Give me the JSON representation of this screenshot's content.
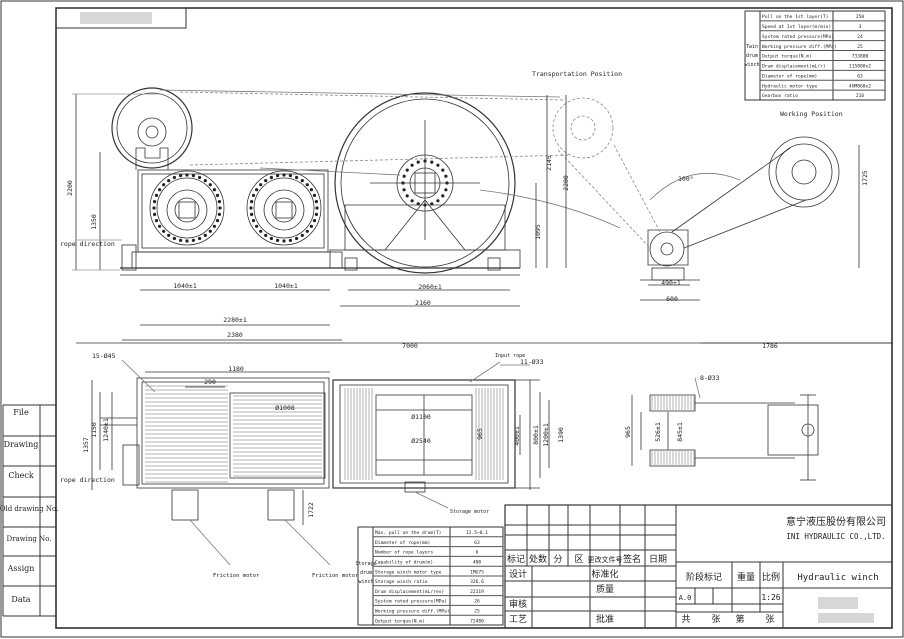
{
  "side_labels": [
    "File",
    "Drawing",
    "Check",
    "Old drawing No.",
    "Drawing No.",
    "Assign",
    "Data"
  ],
  "spec_top": {
    "group_label": [
      "Twin",
      "drum",
      "winch"
    ],
    "rows": [
      {
        "label": "Pull on the 1st layer(T)",
        "value": "250"
      },
      {
        "label": "Speed at 1st layer(m/min)",
        "value": "3"
      },
      {
        "label": "System rated pressure(MPa)",
        "value": "24"
      },
      {
        "label": "Working pressure diff.(MPa)",
        "value": "25"
      },
      {
        "label": "Output torque(N.m)",
        "value": "733800"
      },
      {
        "label": "Drum displacement(mL/r)",
        "value": "115800x2"
      },
      {
        "label": "Diameter of rope(mm)",
        "value": "63"
      },
      {
        "label": "Hydraulic motor type",
        "value": "4HM860x2"
      },
      {
        "label": "Gearbox ratio",
        "value": "216"
      }
    ]
  },
  "spec_bottom": {
    "group_label": [
      "Storage",
      "drum",
      "winch"
    ],
    "rows": [
      {
        "label": "Max. pull on the drum(T)",
        "value": "12.5~8.1"
      },
      {
        "label": "Diameter of rope(mm)",
        "value": "63"
      },
      {
        "label": "Number of rope layers",
        "value": "6"
      },
      {
        "label": "Capability of drum(m)",
        "value": "400"
      },
      {
        "label": "Storage winch motor type",
        "value": "1MG75"
      },
      {
        "label": "Storage winch ratio",
        "value": "326.6"
      },
      {
        "label": "Drum displacement(mL/rev)",
        "value": "22119"
      },
      {
        "label": "System rated pressure(MPa)",
        "value": "26"
      },
      {
        "label": "Working pressure diff.(MPa)",
        "value": "25"
      },
      {
        "label": "Output torque(N.m)",
        "value": "72480"
      }
    ]
  },
  "title_block": {
    "company_cn": "意宁液压股份有限公司",
    "company_en": "INI HYDRAULIC CO.,LTD.",
    "drawing_title": "Hydraulic winch",
    "headers": [
      "标记",
      "处数",
      "分",
      "区",
      "更改文件号",
      "签名",
      "日期"
    ],
    "design": "设计",
    "standardize": "标准化",
    "quality": "质量",
    "review": "审核",
    "process": "工艺",
    "approve": "批准",
    "stage_mark": "阶段标记",
    "weight": "重量",
    "scale": "比例",
    "stage_value": "A.0",
    "scale_value": "1:26",
    "sheet_total": "共",
    "sheet_unit1": "张",
    "sheet_no": "第",
    "sheet_unit2": "张"
  },
  "labels": {
    "transport": "Transportation Position",
    "working": "Working Position",
    "rope_direction_top": "rope direction",
    "rope_direction_bottom": "rope direction",
    "input_rope": "Input rope",
    "storage_motor": "Storage motor",
    "friction_motor_1": "Friction motor",
    "friction_motor_2": "Friction motor",
    "angle": "100°",
    "holes_left": "15-Ø45",
    "holes_mid": "11-Ø33",
    "holes_right": "8-Ø33"
  },
  "dims": {
    "d2200_left": "2200",
    "d1350": "1350",
    "d1040a": "1040±1",
    "d1040b": "1040±1",
    "d2280": "2280±1",
    "d2380": "2380",
    "d7000": "7000",
    "d1786": "1786",
    "d2060": "2060±1",
    "d2160": "2160",
    "d1095": "1095",
    "d2200_mid": "2200",
    "d2145": "2145",
    "d1725": "1725",
    "d490": "490±1",
    "d600": "600",
    "d1180": "1180",
    "d290": "290",
    "d1008": "Ø1008",
    "d1357": "1357",
    "d1240": "1240±1",
    "d1150": "1150",
    "d1722": "1722",
    "d1100": "Ø1100",
    "d2540": "Ø2540",
    "d965": "965",
    "d400": "400±1",
    "d800": "800±1",
    "d1200": "1200±1",
    "d1390": "1390",
    "d965r": "965",
    "d526": "526±1",
    "d845": "845±1"
  }
}
